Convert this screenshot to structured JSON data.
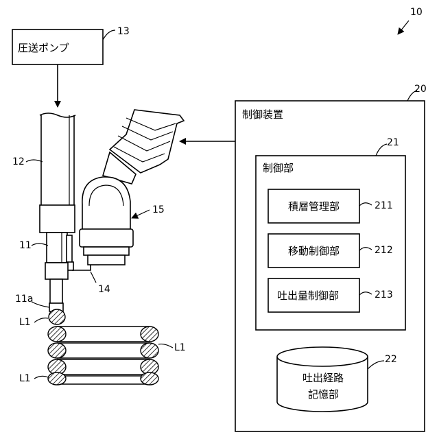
{
  "refs": {
    "system": "10",
    "pump": "13",
    "nozzle_pipe": "12",
    "nozzle": "11",
    "nozzle_tip": "11a",
    "bracket": "14",
    "robot": "15",
    "controller": "20",
    "control_unit": "21",
    "layer_mgmt": "211",
    "move_ctrl": "212",
    "discharge_ctrl": "213",
    "storage": "22",
    "layer_top": "L1",
    "layer_right": "L1",
    "layer_bottom": "L1"
  },
  "labels": {
    "pump": "圧送ポンプ",
    "controller": "制御装置",
    "control_unit": "制御部",
    "layer_mgmt": "積層管理部",
    "move_ctrl": "移動制御部",
    "discharge_ctrl": "吐出量制御部",
    "storage_line1": "吐出経路",
    "storage_line2": "記憶部"
  }
}
